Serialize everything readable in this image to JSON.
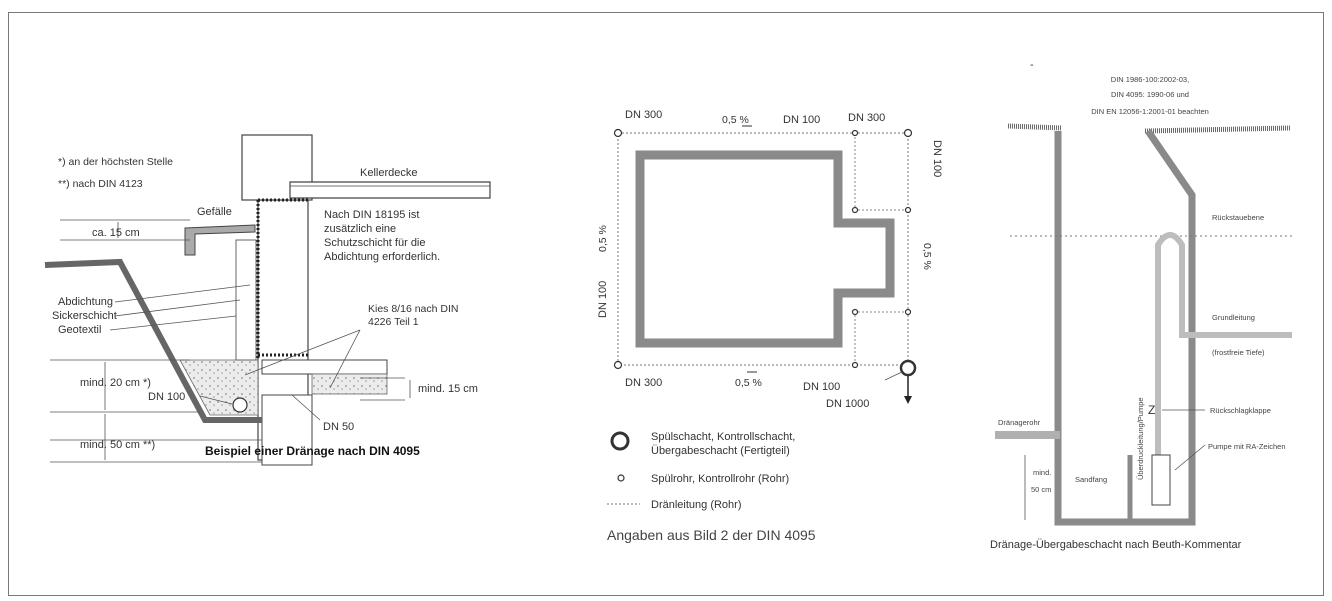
{
  "left": {
    "note1": "*) an der höchsten Stelle",
    "note2": "**) nach DIN 4123",
    "kellerdecke": "Kellerdecke",
    "gefaelle": "Gefälle",
    "ca15": "ca. 15 cm",
    "din18195_1": "Nach DIN 18195 ist",
    "din18195_2": "zusätzlich eine",
    "din18195_3": "Schutzschicht für die",
    "din18195_4": "Abdichtung erforderlich.",
    "abdichtung": "Abdichtung",
    "sickerschicht": "Sickerschicht",
    "geotextil": "Geotextil",
    "kies1": "Kies 8/16 nach DIN",
    "kies2": "4226 Teil 1",
    "mind20": "mind. 20 cm *)",
    "dn100": "DN 100",
    "mind15": "mind. 15 cm",
    "dn50": "DN 50",
    "mind50": "mind. 50 cm **)",
    "caption": "Beispiel einer Dränage nach DIN 4095"
  },
  "middle": {
    "dn300_tl": "DN 300",
    "pct_top": "0,5 %",
    "dn100_top": "DN 100",
    "dn300_tr": "DN 300",
    "dn100_right": "DN 100",
    "pct_left": "0,5 %",
    "dn100_left": "DN 100",
    "pct_right": "0,5 %",
    "dn300_bl": "DN 300",
    "pct_bottom": "0,5 %",
    "dn100_bottom": "DN 100",
    "dn1000": "DN 1000",
    "legend1_a": "Spülschacht, Kontrollschacht,",
    "legend1_b": "Übergabeschacht (Fertigteil)",
    "legend2": "Spülrohr, Kontrollrohr (Rohr)",
    "legend3": "Dränleitung (Rohr)",
    "caption": "Angaben aus Bild 2 der DIN 4095"
  },
  "right": {
    "dash": "-",
    "hdr1": "DIN 1986-100:2002-03,",
    "hdr2": "DIN 4095: 1990-06 und",
    "hdr3": "DIN EN 12056-1:2001-01 beachten",
    "rueckstauebene": "Rückstauebene",
    "grundleitung": "Grundleitung",
    "frostfreie": "(frostfreie Tiefe)",
    "rueckschlag": "Rückschlagklappe",
    "draenrohr": "Dränagerohr",
    "pumpe": "Pumpe mit RA-Zeichen",
    "ueberdruck": "Überdruckleitung/Pumpe",
    "mind": "mind.",
    "cm50": "50 cm",
    "sandfang": "Sandfang",
    "caption": "Dränage-Übergabeschacht nach Beuth-Kommentar"
  },
  "colors": {
    "wall": "#8a8a8a",
    "frame": "#7a7a7a",
    "ink": "#333333"
  }
}
